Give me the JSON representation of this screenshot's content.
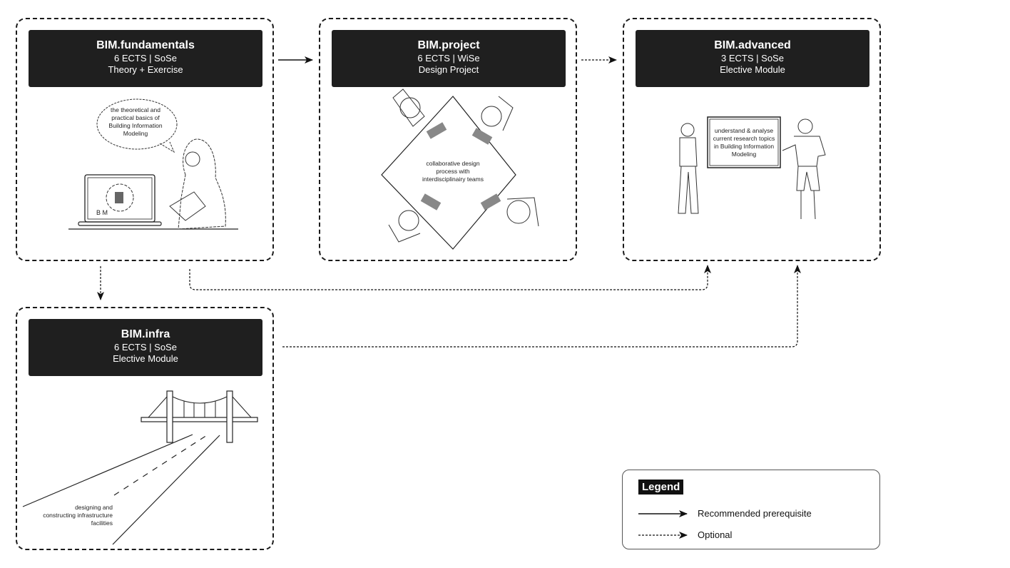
{
  "modules": [
    {
      "id": "fundamentals",
      "title": "BIM.fundamentals",
      "credits": "6 ECTS | SoSe",
      "type": "Theory + Exercise",
      "caption": "the theoretical and practical basics of Building Information Modeling",
      "screen_text": "B M"
    },
    {
      "id": "project",
      "title": "BIM.project",
      "credits": "6 ECTS | WiSe",
      "type": "Design Project",
      "caption": "collaborative design process with interdisciplinairy teams"
    },
    {
      "id": "advanced",
      "title": "BIM.advanced",
      "credits": "3 ECTS | SoSe",
      "type": "Elective Module",
      "caption": "understand & analyse current research topics in Building Information Modeling"
    },
    {
      "id": "infra",
      "title": "BIM.infra",
      "credits": "6 ECTS | SoSe",
      "type": "Elective Module",
      "caption": "designing and constructing infrastructure facilities"
    }
  ],
  "connections": [
    {
      "from": "BIM.fundamentals",
      "to": "BIM.project",
      "kind": "Recommended prerequisite"
    },
    {
      "from": "BIM.project",
      "to": "BIM.advanced",
      "kind": "Optional"
    },
    {
      "from": "BIM.fundamentals",
      "to": "BIM.infra",
      "kind": "Optional"
    },
    {
      "from": "BIM.fundamentals",
      "to": "BIM.advanced",
      "kind": "Optional"
    },
    {
      "from": "BIM.infra",
      "to": "BIM.advanced",
      "kind": "Optional"
    }
  ],
  "legend": {
    "title": "Legend",
    "items": [
      {
        "style": "solid",
        "label": "Recommended prerequisite"
      },
      {
        "style": "dotted",
        "label": "Optional"
      }
    ]
  }
}
